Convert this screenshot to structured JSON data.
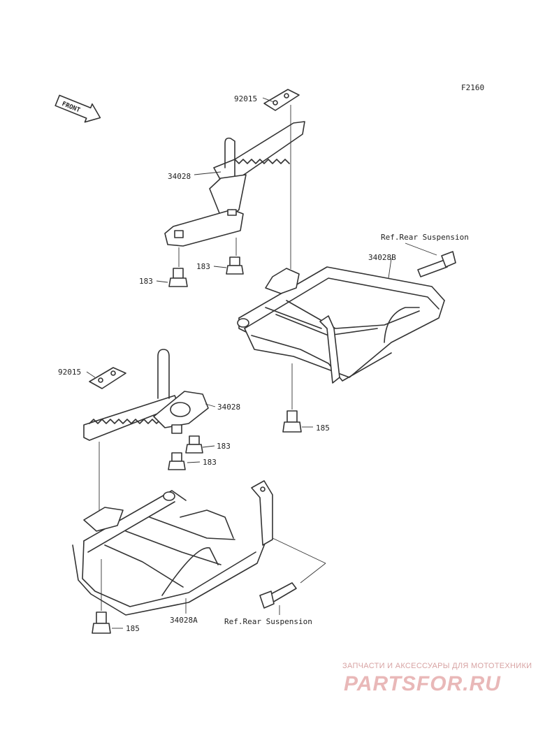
{
  "figure_code": "F2160",
  "front_arrow": "FRONT",
  "labels": {
    "p92015_top": "92015",
    "p34028_top": "34028",
    "p183_a": "183",
    "p183_b": "183",
    "ref_rear_top": "Ref.Rear Suspension",
    "p34028B": "34028B",
    "p185_right": "185",
    "p92015_bottom": "92015",
    "p34028_bottom": "34028",
    "p183_c": "183",
    "p183_d": "183",
    "p34028A": "34028A",
    "p185_left": "185",
    "ref_rear_bottom": "Ref.Rear Suspension"
  },
  "watermark": {
    "tagline": "ЗАПЧАСТИ И АКСЕССУАРЫ ДЛЯ МОТОТЕХНИКИ",
    "logo": "PARTSFOR.RU"
  }
}
